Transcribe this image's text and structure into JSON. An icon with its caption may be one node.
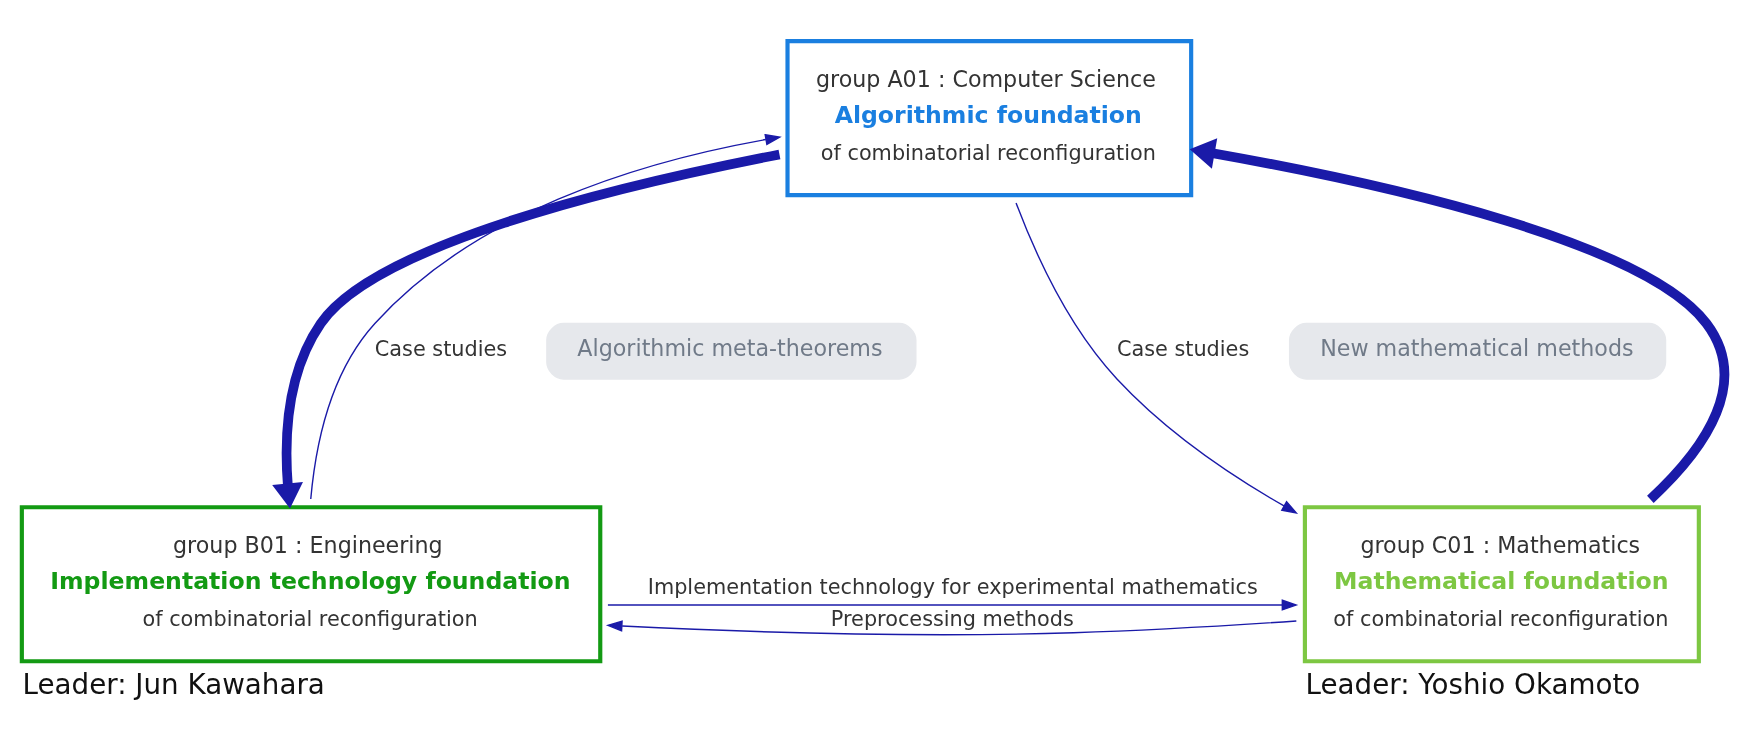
{
  "diagram": {
    "nodes": [
      {
        "text": [
          "group A01 : Computer Science",
          "Algorithmic foundation",
          "of combinatorial reconfiguration"
        ]
      },
      {
        "text": [
          "group B01 : Engineering",
          "Implementation technology foundation",
          "of combinatorial reconfiguration"
        ],
        "beside": [
          "Leader: Jun Kawahara"
        ]
      },
      {
        "text": [
          "group C01 : Mathematics",
          "Mathematical foundation",
          "of combinatorial reconfiguration"
        ],
        "beside": [
          "Leader: Yoshio Okamoto"
        ]
      },
      {
        "text": [
          "Algorithmic meta-theorems"
        ]
      },
      {
        "text": [
          "New mathematical methods"
        ]
      }
    ],
    "edges": [
      {
        "from": 1,
        "to": 0,
        "arrow": "to",
        "label": "Case studies"
      },
      {
        "from": 0,
        "to": 1,
        "arrow": "to",
        "style": "thick"
      },
      {
        "from": 0,
        "to": 2,
        "arrow": "to",
        "label": "Case studies"
      },
      {
        "from": 2,
        "to": 0,
        "arrow": "to",
        "style": "thick"
      },
      {
        "from": 2,
        "to": 1,
        "arrow": "to",
        "label": "Preprocessing methods"
      },
      {
        "from": 1,
        "to": 2,
        "arrow": "to",
        "label": "Implementation technology for experimental mathematics"
      }
    ]
  }
}
